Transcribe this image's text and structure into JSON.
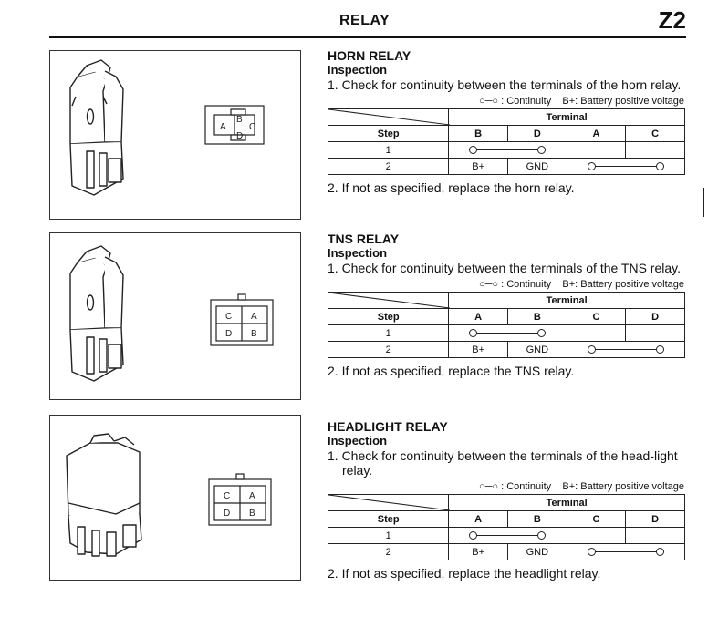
{
  "header": {
    "title": "RELAY",
    "code": "Z2"
  },
  "legend": {
    "continuity": "○─○ : Continuity",
    "battery": "B+: Battery positive voltage"
  },
  "table_labels": {
    "step": "Step",
    "terminal": "Terminal"
  },
  "sections": [
    {
      "title": "HORN RELAY",
      "subtitle": "Inspection",
      "step1": "1. Check for continuity between the terminals of the horn relay.",
      "step2": "2. If not as specified, replace the horn relay.",
      "columns": [
        "B",
        "D",
        "A",
        "C"
      ],
      "rows": [
        {
          "step": "1",
          "cells": [
            "",
            "",
            "",
            ""
          ]
        },
        {
          "step": "2",
          "cells": [
            "B+",
            "GND",
            "",
            ""
          ]
        }
      ],
      "connector": [
        "A",
        "B",
        "C",
        "D"
      ]
    },
    {
      "title": "TNS RELAY",
      "subtitle": "Inspection",
      "step1": "1. Check for continuity between the terminals of the TNS relay.",
      "step2": "2. If not as specified, replace the TNS relay.",
      "columns": [
        "A",
        "B",
        "C",
        "D"
      ],
      "rows": [
        {
          "step": "1",
          "cells": [
            "",
            "",
            "",
            ""
          ]
        },
        {
          "step": "2",
          "cells": [
            "B+",
            "GND",
            "",
            ""
          ]
        }
      ],
      "connector": [
        "C",
        "A",
        "D",
        "B"
      ]
    },
    {
      "title": "HEADLIGHT RELAY",
      "subtitle": "Inspection",
      "step1": "1. Check for continuity between the terminals of the head-light relay.",
      "step2": "2. If not as specified, replace the headlight relay.",
      "columns": [
        "A",
        "B",
        "C",
        "D"
      ],
      "rows": [
        {
          "step": "1",
          "cells": [
            "",
            "",
            "",
            ""
          ]
        },
        {
          "step": "2",
          "cells": [
            "B+",
            "GND",
            "",
            ""
          ]
        }
      ],
      "connector": [
        "C",
        "A",
        "D",
        "B"
      ]
    }
  ]
}
